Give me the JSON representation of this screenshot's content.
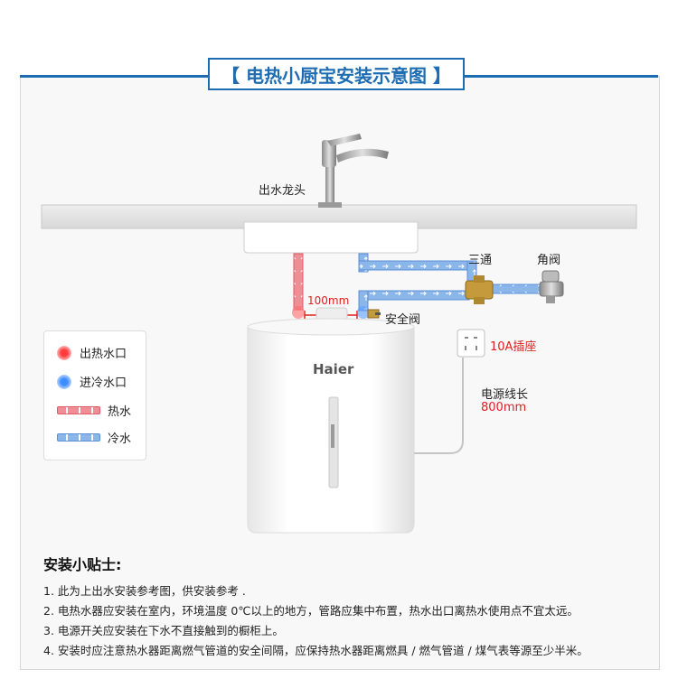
{
  "title": "【 电热小厨宝安装示意图 】",
  "labels": {
    "faucet": "出水龙头",
    "tee": "三通",
    "angle_valve": "角阀",
    "distance": "100mm",
    "safety_valve": "安全阀",
    "socket": "10A插座",
    "cable_label": "电源线长",
    "cable_length": "800mm",
    "brand": "Haier"
  },
  "legend": [
    {
      "label": "出热水口",
      "kind": "dot",
      "color": "#ff3b3b"
    },
    {
      "label": "进冷水口",
      "kind": "dot",
      "color": "#3b8cff"
    },
    {
      "label": "热水",
      "kind": "bar",
      "color": "#f08d95"
    },
    {
      "label": "冷水",
      "kind": "bar",
      "color": "#8ab6ea"
    }
  ],
  "tips": {
    "title": "安装小贴士:",
    "items": [
      "1. 此为上出水安装参考图，供安装参考 .",
      "2. 电热水器应安装在室内，环境温度 0℃以上的地方，管路应集中布置，热水出口离热水使用点不宜太远。",
      "3. 电源开关应安装在下水不直接触到的橱柜上。",
      "4. 安装时应注意热水器距离燃气管道的安全间隔，应保持热水器距离燃具 / 燃气管道 / 煤气表等源至少半米。"
    ]
  },
  "colors": {
    "accent": "#1e6db3",
    "hot": "#f08d95",
    "cold": "#8ab6ea",
    "highlight": "#e02020"
  }
}
